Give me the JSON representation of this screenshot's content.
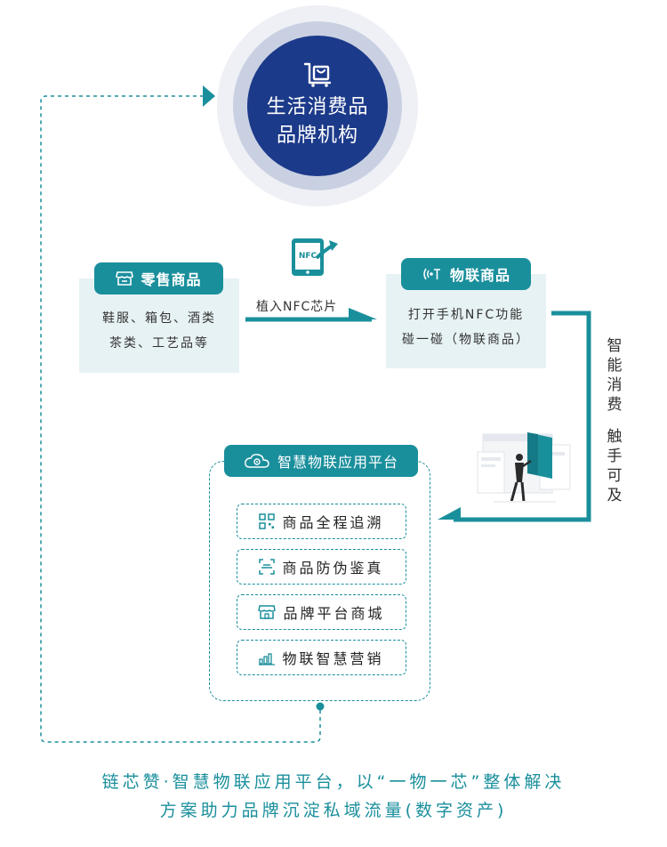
{
  "brand": {
    "line1": "生活消费品",
    "line2": "品牌机构"
  },
  "retail": {
    "label": "零售商品",
    "line1": "鞋服、箱包、酒类",
    "line2": "茶类、工艺品等"
  },
  "nfc": {
    "icon_text": "NFC",
    "arrow_label": "植入NFC芯片"
  },
  "iot": {
    "label": "物联商品",
    "line1": "打开手机NFC功能",
    "line2": "碰一碰（物联商品）"
  },
  "side_text": {
    "chars1": [
      "智",
      "能",
      "消",
      "费"
    ],
    "chars2": [
      "触",
      "手",
      "可",
      "及"
    ]
  },
  "platform": {
    "label": "智慧物联应用平台",
    "features": [
      {
        "label": "商品全程追溯",
        "icon": "qr-code-icon"
      },
      {
        "label": "商品防伪鉴真",
        "icon": "scan-icon"
      },
      {
        "label": "品牌平台商城",
        "icon": "storefront-icon"
      },
      {
        "label": "物联智慧营销",
        "icon": "bar-chart-icon"
      }
    ]
  },
  "footer": {
    "line1": "链芯赞·智慧物联应用平台，以“一物一芯”整体解决",
    "line2": "方案助力品牌沉淀私域流量(数字资产)"
  },
  "colors": {
    "teal": "#1a8f9c",
    "navy": "#1c3a8a",
    "box_bg": "#e7f2f4"
  }
}
